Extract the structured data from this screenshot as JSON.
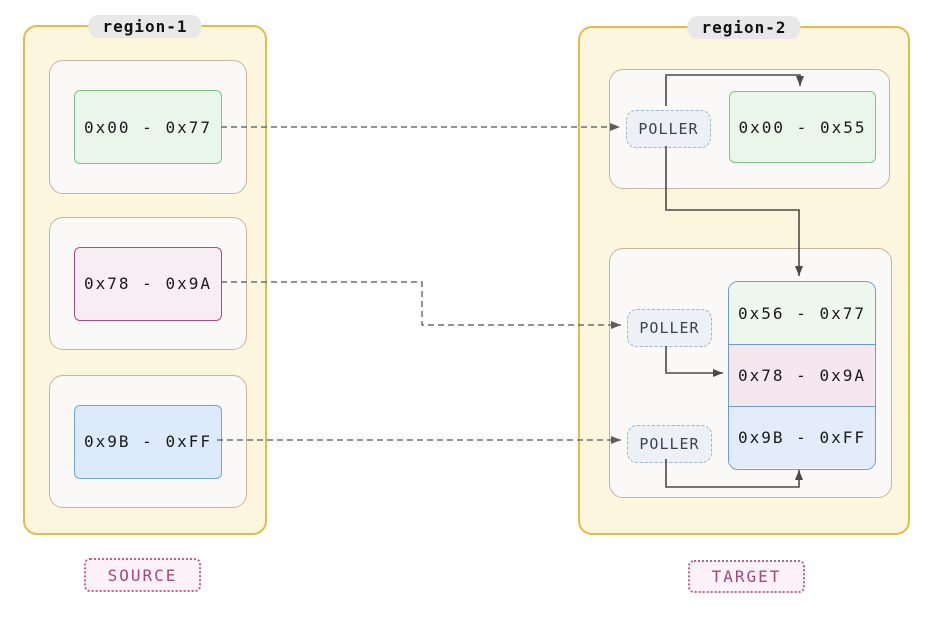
{
  "region1": {
    "title": "region-1",
    "badge": "SOURCE",
    "blocks": [
      {
        "label": "0x00 - 0x77",
        "color": "green"
      },
      {
        "label": "0x78 - 0x9A",
        "color": "pink"
      },
      {
        "label": "0x9B - 0xFF",
        "color": "blue"
      }
    ]
  },
  "region2": {
    "title": "region-2",
    "badge": "TARGET",
    "poller_label": "POLLER",
    "top_block": {
      "label": "0x00 - 0x55",
      "color": "green"
    },
    "stacked_blocks": [
      {
        "label": "0x56 - 0x77",
        "color": "green-tint"
      },
      {
        "label": "0x78 - 0x9A",
        "color": "pink-tint"
      },
      {
        "label": "0x9B - 0xFF",
        "color": "blue-tint"
      }
    ]
  },
  "palette": {
    "region_border": "#e3bb4b",
    "region_bg": "#fdf6de",
    "group_border": "#ccb3a0",
    "group_bg": "#faf9f7",
    "green_border": "#7ec381",
    "green_bg": "#eaf6ea",
    "pink_border": "#b2497c",
    "pink_bg": "#f9ecf3",
    "blue_border": "#6fa4e9",
    "blue_bg": "#ddeafc",
    "stack_border": "#6b9bd8",
    "poller_border": "#9cb6ce",
    "poller_bg": "#edf1f6",
    "badge_border": "#c0648c",
    "badge_bg": "#fcf1f6",
    "badge_text": "#a04a78",
    "title_pill_bg": "#e8e8e8",
    "dashed_edge": "#6e6e6e",
    "solid_edge": "#4a4a4a"
  }
}
